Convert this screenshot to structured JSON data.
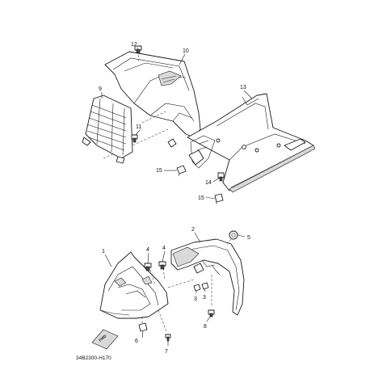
{
  "callouts": {
    "c1": "1",
    "c2": "2",
    "c3a": "3",
    "c3b": "3",
    "c4a": "4",
    "c4b": "4",
    "c5": "5",
    "c6": "6",
    "c7": "7",
    "c8": "8",
    "c9": "9",
    "c10": "10",
    "c11": "11",
    "c12": "12",
    "c13": "13",
    "c14": "14",
    "c15a": "15",
    "c15b": "15"
  },
  "fwd_label": "FWD",
  "diagram_code": "34B2300-H170"
}
